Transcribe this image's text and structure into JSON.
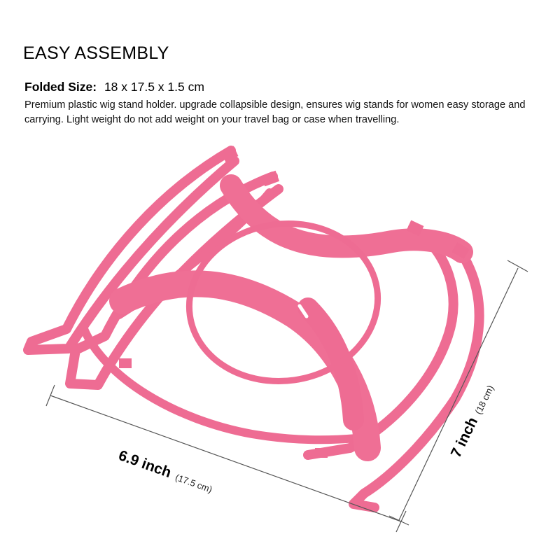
{
  "header": {
    "title": "EASY ASSEMBLY"
  },
  "spec": {
    "label": "Folded Size:",
    "value": "18 x 17.5 x 1.5 cm"
  },
  "description": "Premium plastic wig stand holder. upgrade collapsible design, ensures wig stands for women easy storage and carrying. Light weight do not add weight on your travel bag or case when travelling.",
  "dimensions": {
    "width": {
      "main": "6.9 inch",
      "sub": "(17.5 cm)"
    },
    "height": {
      "main": "7 inch",
      "sub": "(18 cm)"
    }
  },
  "colors": {
    "product": "#ee6c93",
    "product_dark": "#d9547c",
    "dimension_line": "#555555"
  }
}
